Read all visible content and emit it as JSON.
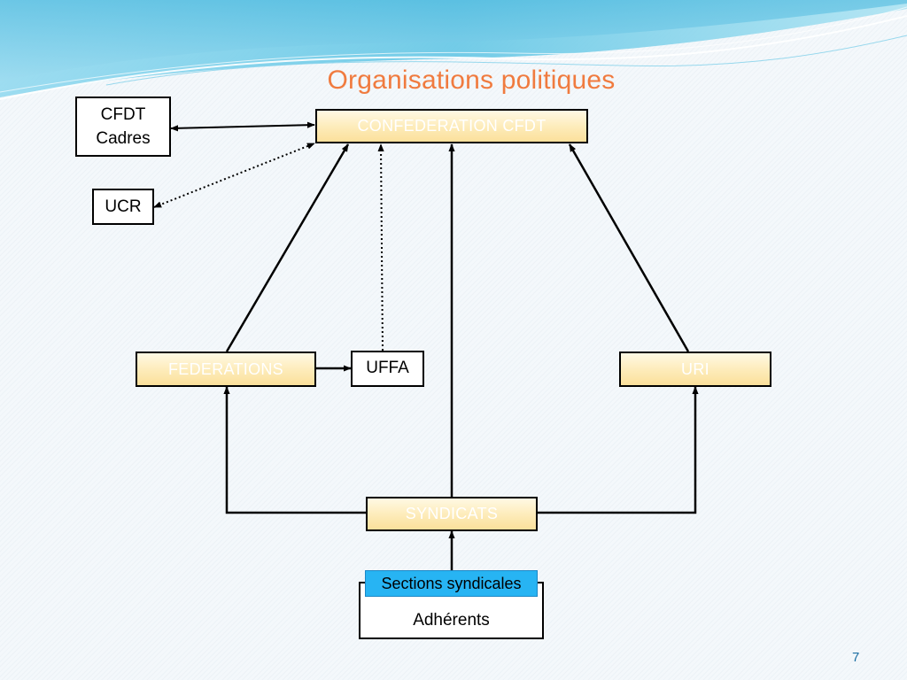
{
  "slide": {
    "title": "Organisations politiques",
    "number": "7"
  },
  "nodes": {
    "confederation": "CONFEDERATION CFDT",
    "cfdt_cadres_line1": "CFDT",
    "cfdt_cadres_line2": "Cadres",
    "ucr": "UCR",
    "federations": "FEDERATIONS",
    "uffa": "UFFA",
    "uri": "URI",
    "syndicats": "SYNDICATS",
    "sections_syndicales": "Sections syndicales",
    "adherents": "Adhérents"
  },
  "colors": {
    "title": "#f07b3f",
    "main_box_fill": "#fdebb8",
    "sections_highlight": "#27b4f3",
    "wave_blue": "#5cc4e4",
    "slide_number": "#1c6fa3"
  },
  "edges": [
    {
      "from": "cfdt_cadres",
      "to": "confederation",
      "style": "solid",
      "arrows": "both"
    },
    {
      "from": "ucr",
      "to": "confederation",
      "style": "dotted",
      "arrows": "both"
    },
    {
      "from": "federations",
      "to": "confederation",
      "style": "solid",
      "arrows": "end"
    },
    {
      "from": "uffa",
      "to": "confederation",
      "style": "dotted",
      "arrows": "end"
    },
    {
      "from": "syndicats",
      "to": "confederation",
      "style": "solid",
      "arrows": "end"
    },
    {
      "from": "uri",
      "to": "confederation",
      "style": "solid",
      "arrows": "end"
    },
    {
      "from": "federations",
      "to": "uffa",
      "style": "solid",
      "arrows": "end"
    },
    {
      "from": "syndicats",
      "to": "federations",
      "style": "solid",
      "arrows": "end"
    },
    {
      "from": "syndicats",
      "to": "uri",
      "style": "solid",
      "arrows": "end"
    },
    {
      "from": "sections_syndicales",
      "to": "syndicats",
      "style": "solid",
      "arrows": "end"
    }
  ]
}
